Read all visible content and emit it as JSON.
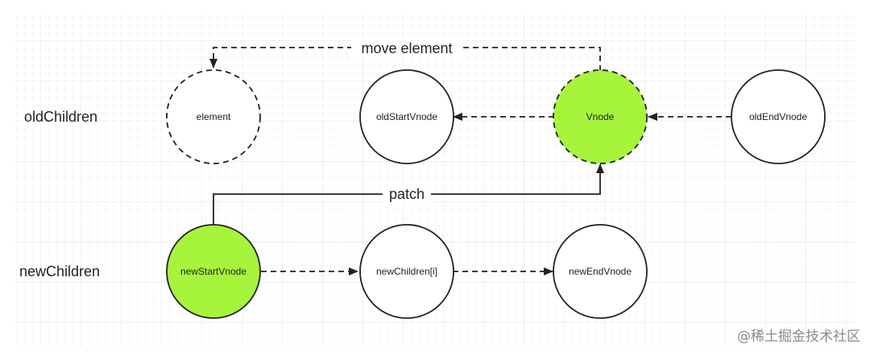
{
  "diagram": {
    "row_labels": {
      "old_children": "oldChildren",
      "new_children": "newChildren"
    },
    "nodes": {
      "element": "element",
      "old_start_vnode": "oldStartVnode",
      "vnode": "Vnode",
      "old_end_vnode": "oldEndVnode",
      "new_start_vnode": "newStartVnode",
      "new_children_i": "newChildren[i]",
      "new_end_vnode": "newEndVnode"
    },
    "edge_labels": {
      "move_element": "move element",
      "patch": "patch"
    },
    "colors": {
      "highlight_fill": "#a6f53c",
      "node_fill": "#ffffff",
      "stroke": "#222222",
      "grid_line": "#e7e7e7",
      "watermark": "#8a8a8a"
    }
  },
  "watermark": {
    "text": "@稀土掘金技术社区"
  }
}
